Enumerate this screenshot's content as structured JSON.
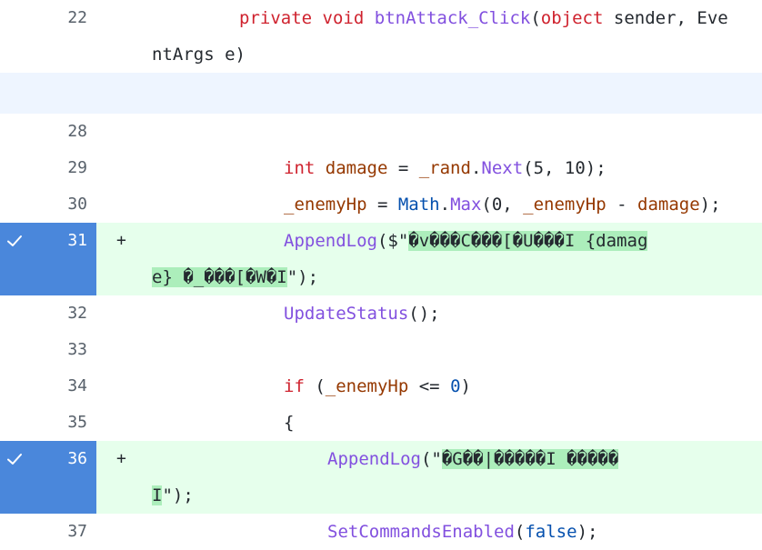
{
  "diff": {
    "lines": [
      {
        "num": "22",
        "kw1": "private",
        "kw2": "void",
        "name": "btnAttack_Click",
        "paren": "(",
        "kw3": "object",
        "arg": " sender, Eve",
        "wrap": "ntArgs e)"
      },
      {
        "num": "28"
      },
      {
        "num": "29",
        "kw": "int",
        "var": " damage",
        "eq": " = ",
        "obj": "_rand",
        "dot": ".",
        "fn": "Next",
        "args": "(5, 10);"
      },
      {
        "num": "30",
        "var": "_enemyHp",
        "eq": " = ",
        "cls": "Math",
        "dot": ".",
        "fn": "Max",
        "args": "(0, ",
        "var2": "_enemyHp",
        "minus": " - ",
        "var3": "damage",
        "end": ");"
      },
      {
        "num": "31",
        "sign": "+",
        "fn": "AppendLog",
        "open": "($\"",
        "str": "�v���C���[�U���I {damag",
        "wrap": "e} �_���[�W�I",
        "close": "\");"
      },
      {
        "num": "32",
        "fn": "UpdateStatus",
        "args": "();"
      },
      {
        "num": "33"
      },
      {
        "num": "34",
        "kw": "if",
        "open": " (",
        "var": "_enemyHp",
        "op": " <= ",
        "val": "0",
        "close": ")"
      },
      {
        "num": "35",
        "brace": "{"
      },
      {
        "num": "36",
        "sign": "+",
        "fn": "AppendLog",
        "open": "(\"",
        "str": "�G��|�����I �����",
        "wrap": "I",
        "close": "\");"
      },
      {
        "num": "37",
        "fn": "SetCommandsEnabled",
        "open": "(",
        "kw": "false",
        "close": ");"
      }
    ]
  },
  "colors": {
    "added_gutter": "#4a87db",
    "added_bg": "#e6ffec",
    "highlight": "#aceebb",
    "gap": "#eef5ff"
  }
}
